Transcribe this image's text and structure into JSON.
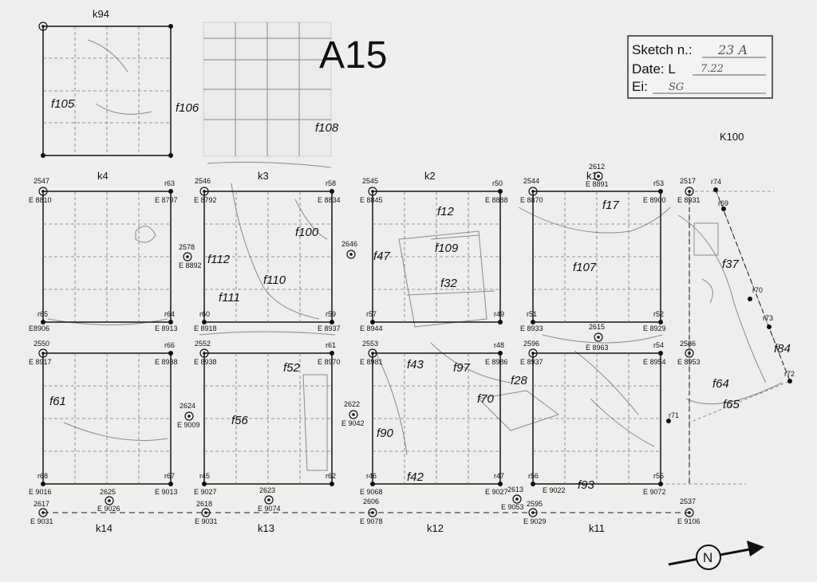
{
  "title": "A15",
  "info_box": {
    "sketch_label": "Sketch n.:",
    "sketch_value": "23 A",
    "date_label": "Date: L",
    "date_value": "7.22",
    "ei_label": "Ei:",
    "ei_value": "SG"
  },
  "sector_labels": {
    "k94": "k94",
    "k100": "K100",
    "k4": "k4",
    "k3": "k3",
    "k2": "k2",
    "k1": "k1",
    "k14": "k14",
    "k13": "k13",
    "k12": "k12",
    "k11": "k11"
  },
  "stations": {
    "s2547": "2547",
    "s2546": "2546",
    "s2545": "2545",
    "s2544": "2544",
    "s2612": "2612",
    "s2517": "2517",
    "s2578": "2578",
    "s2646": "2646",
    "s2615": "2615",
    "s2550": "2550",
    "s2552": "2552",
    "s2553": "2553",
    "s2596": "2596",
    "s2586": "2586",
    "s2624": "2624",
    "s2622": "2622",
    "s2625": "2625",
    "s2623": "2623",
    "s2613": "2613",
    "s2617": "2617",
    "s2618": "2618",
    "s2606": "2606",
    "s2595": "2595",
    "s2537": "2537"
  },
  "elevations": {
    "e8810": "E 8810",
    "e8797": "E 8797",
    "e8792": "E 8792",
    "e8834": "E 8834",
    "e8845": "E 8845",
    "e8888": "E 8888",
    "e8870": "E 8870",
    "e8891": "E 8891",
    "e8900": "E 8900",
    "e8931": "E 8931",
    "e8892": "E 8892",
    "e8906": "E8906",
    "e8913": "E 8913",
    "e8918": "E 8918",
    "e8937": "E 8937",
    "e8944": "E 8944",
    "e8933": "E 8933",
    "e8929": "E 8929",
    "e8963": "E 8963",
    "e8917": "E 8917",
    "e8938a": "E 8938",
    "e8938b": "E 8938",
    "e8970": "E 8970",
    "e8981": "E 8981",
    "e8986": "E 8986",
    "e8937b": "E 8937",
    "e8954": "E 8954",
    "e8953": "E 8953",
    "e9009": "E 9009",
    "e9042": "E 9042",
    "e9016": "E 9016",
    "e9026": "E 9026",
    "e9013": "E 9013",
    "e9027a": "E 9027",
    "e9074": "E 9074",
    "e9068": "E 9068",
    "e9027b": "E 9027",
    "e9053": "E 9053",
    "e9022": "E 9022",
    "e9072": "E 9072",
    "e9031a": "E 9031",
    "e9031b": "E 9031",
    "e9078": "E 9078",
    "e9029": "E 9029",
    "e9106": "E 9106"
  },
  "refs": {
    "r63": "r63",
    "r58": "r58",
    "r50": "r50",
    "r53": "r53",
    "r74": "r74",
    "r69": "r69",
    "r65": "r65",
    "r64": "r64",
    "r60": "r60",
    "r59": "r59",
    "r57": "r57",
    "r49": "r49",
    "r51": "r51",
    "r52": "r52",
    "r70": "r70",
    "r73": "r73",
    "r66": "r66",
    "r61": "r61",
    "r48": "r48",
    "r54": "r54",
    "r72": "r72",
    "r71": "r71",
    "r68": "r68",
    "r67": "r67",
    "r45": "r45",
    "r62": "r62",
    "r46": "r46",
    "r47": "r47",
    "r56": "r56",
    "r55": "r55"
  },
  "features": {
    "f105": "f105",
    "f106": "f106",
    "f108": "f108",
    "f100": "f100",
    "f112": "f112",
    "f110": "f110",
    "f111": "f111",
    "f12": "f12",
    "f109": "f109",
    "f47": "f47",
    "f32": "f32",
    "f17": "f17",
    "f107": "f107",
    "f37": "f37",
    "f43": "f43",
    "f52": "f52",
    "f56": "f56",
    "f61": "f61",
    "f65": "f65",
    "f64": "f64",
    "f84": "f84",
    "f90": "f90",
    "f42": "f42",
    "f93": "f93",
    "f70": "f70",
    "f97": "f97",
    "f28": "f28"
  },
  "north_label": "N"
}
